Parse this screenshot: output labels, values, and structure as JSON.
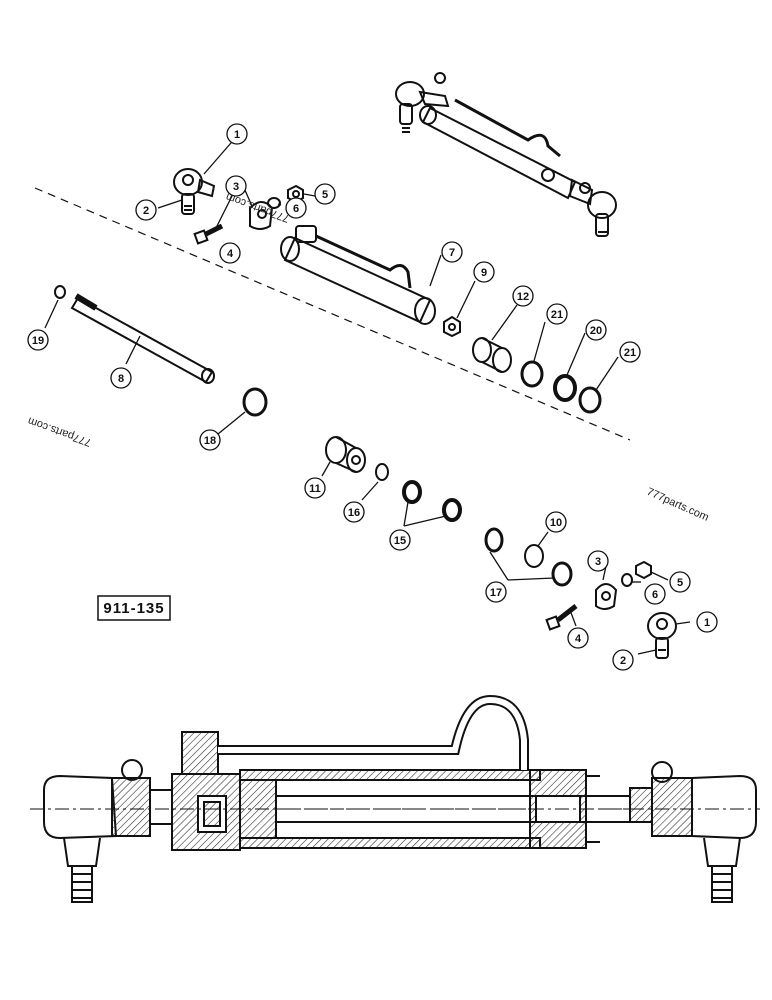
{
  "drawing": {
    "reference": "911-135",
    "watermarks": [
      "777parts.com",
      "777parts.com",
      "777parts.com"
    ]
  },
  "callouts": {
    "c1a": "1",
    "c2a": "2",
    "c3a": "3",
    "c4a": "4",
    "c5a": "5",
    "c6a": "6",
    "c7": "7",
    "c8": "8",
    "c9": "9",
    "c12": "12",
    "c21a": "21",
    "c20": "20",
    "c21b": "21",
    "c19": "19",
    "c18": "18",
    "c11": "11",
    "c16": "16",
    "c15": "15",
    "c10": "10",
    "c17": "17",
    "c3b": "3",
    "c5b": "5",
    "c6b": "6",
    "c4b": "4",
    "c1b": "1",
    "c2b": "2"
  },
  "colors": {
    "ink": "#111111",
    "paper": "#ffffff",
    "hatch": "#333333"
  }
}
